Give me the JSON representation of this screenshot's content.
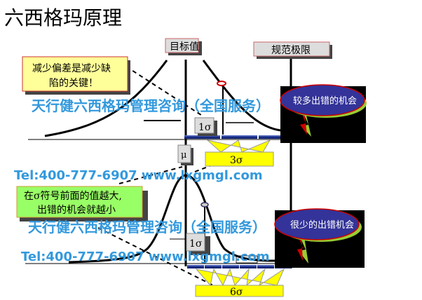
{
  "title": "六西格玛原理",
  "labels": {
    "target": "目标值",
    "spec_limit": "规范极限",
    "mu": "μ",
    "one_sigma_top": "1σ",
    "three_sigma": "3σ",
    "one_sigma_bottom": "1σ",
    "six_sigma": "6σ"
  },
  "callouts": {
    "top_line1": "减少偏差是减少缺",
    "top_line2": "陷的关键！",
    "bottom_line1": "在σ符号前面的值越大,",
    "bottom_line2": "出错的机会就越小"
  },
  "bubbles": {
    "top": "较多出错的机会",
    "bottom": "很少的出错机会"
  },
  "watermark": {
    "line1": "天行健六西格玛管理咨询（全国服务）",
    "line2": "Tel:400-777-6907 www.lxgmgl.com"
  },
  "colors": {
    "yellow": "#ffff99",
    "green": "#99ff66",
    "bubble": "#333399",
    "bar": "#1a2f8a",
    "watermark": "#3399dd"
  }
}
